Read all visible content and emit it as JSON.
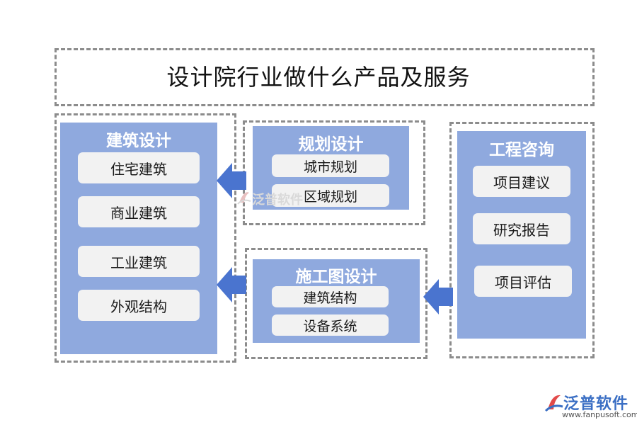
{
  "title": "设计院行业做什么产品及服务",
  "groups": {
    "architecture": {
      "title": "建筑设计",
      "items": [
        "住宅建筑",
        "商业建筑",
        "工业建筑",
        "外观结构"
      ]
    },
    "planning": {
      "title": "规划设计",
      "items": [
        "城市规划",
        "区域规划"
      ]
    },
    "construction": {
      "title": "施工图设计",
      "items": [
        "建筑结构",
        "设备系统"
      ]
    },
    "consulting": {
      "title": "工程咨询",
      "items": [
        "项目建议",
        "研究报告",
        "项目评估"
      ]
    }
  },
  "watermark": {
    "brand": "泛普软件"
  },
  "logo": {
    "text": "泛普软件",
    "url": "www.fanpusoft.com"
  },
  "colors": {
    "panel": "#8fa9de",
    "item": "#f2f2f2",
    "arrow": "#4a74cf",
    "dash": "#8c8c8c"
  },
  "icons": [
    "arrow-left-icon",
    "fanpu-logo-icon"
  ]
}
